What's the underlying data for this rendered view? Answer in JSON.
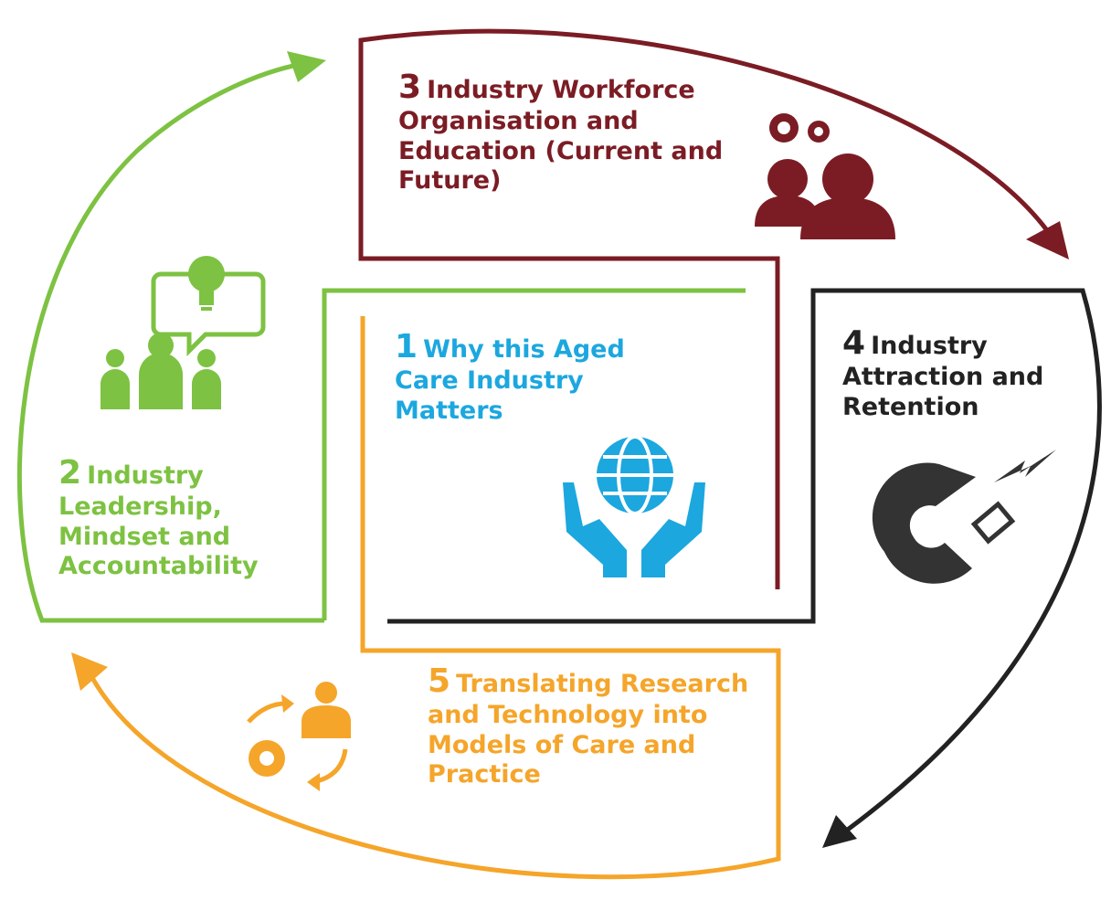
{
  "colors": {
    "green": "#7dc242",
    "maroon": "#7b1c24",
    "black": "#222222",
    "orange": "#f5a52a",
    "blue": "#1ca7df"
  },
  "sections": [
    {
      "number": "1",
      "lines": [
        "Why this Aged",
        "Care Industry",
        "Matters"
      ],
      "icon": "globe-in-hands-icon"
    },
    {
      "number": "2",
      "lines": [
        "Industry",
        "Leadership,",
        "Mindset and",
        "Accountability"
      ],
      "icon": "team-lightbulb-icon"
    },
    {
      "number": "3",
      "lines": [
        "Industry Workforce",
        "Organisation and",
        "Education (Current and",
        "Future)"
      ],
      "icon": "people-gears-icon"
    },
    {
      "number": "4",
      "lines": [
        "Industry",
        "Attraction and",
        "Retention"
      ],
      "icon": "magnet-icon"
    },
    {
      "number": "5",
      "lines": [
        "Translating Research",
        "and Technology into",
        "Models of Care and",
        "Practice"
      ],
      "icon": "person-gear-cycle-icon"
    }
  ]
}
